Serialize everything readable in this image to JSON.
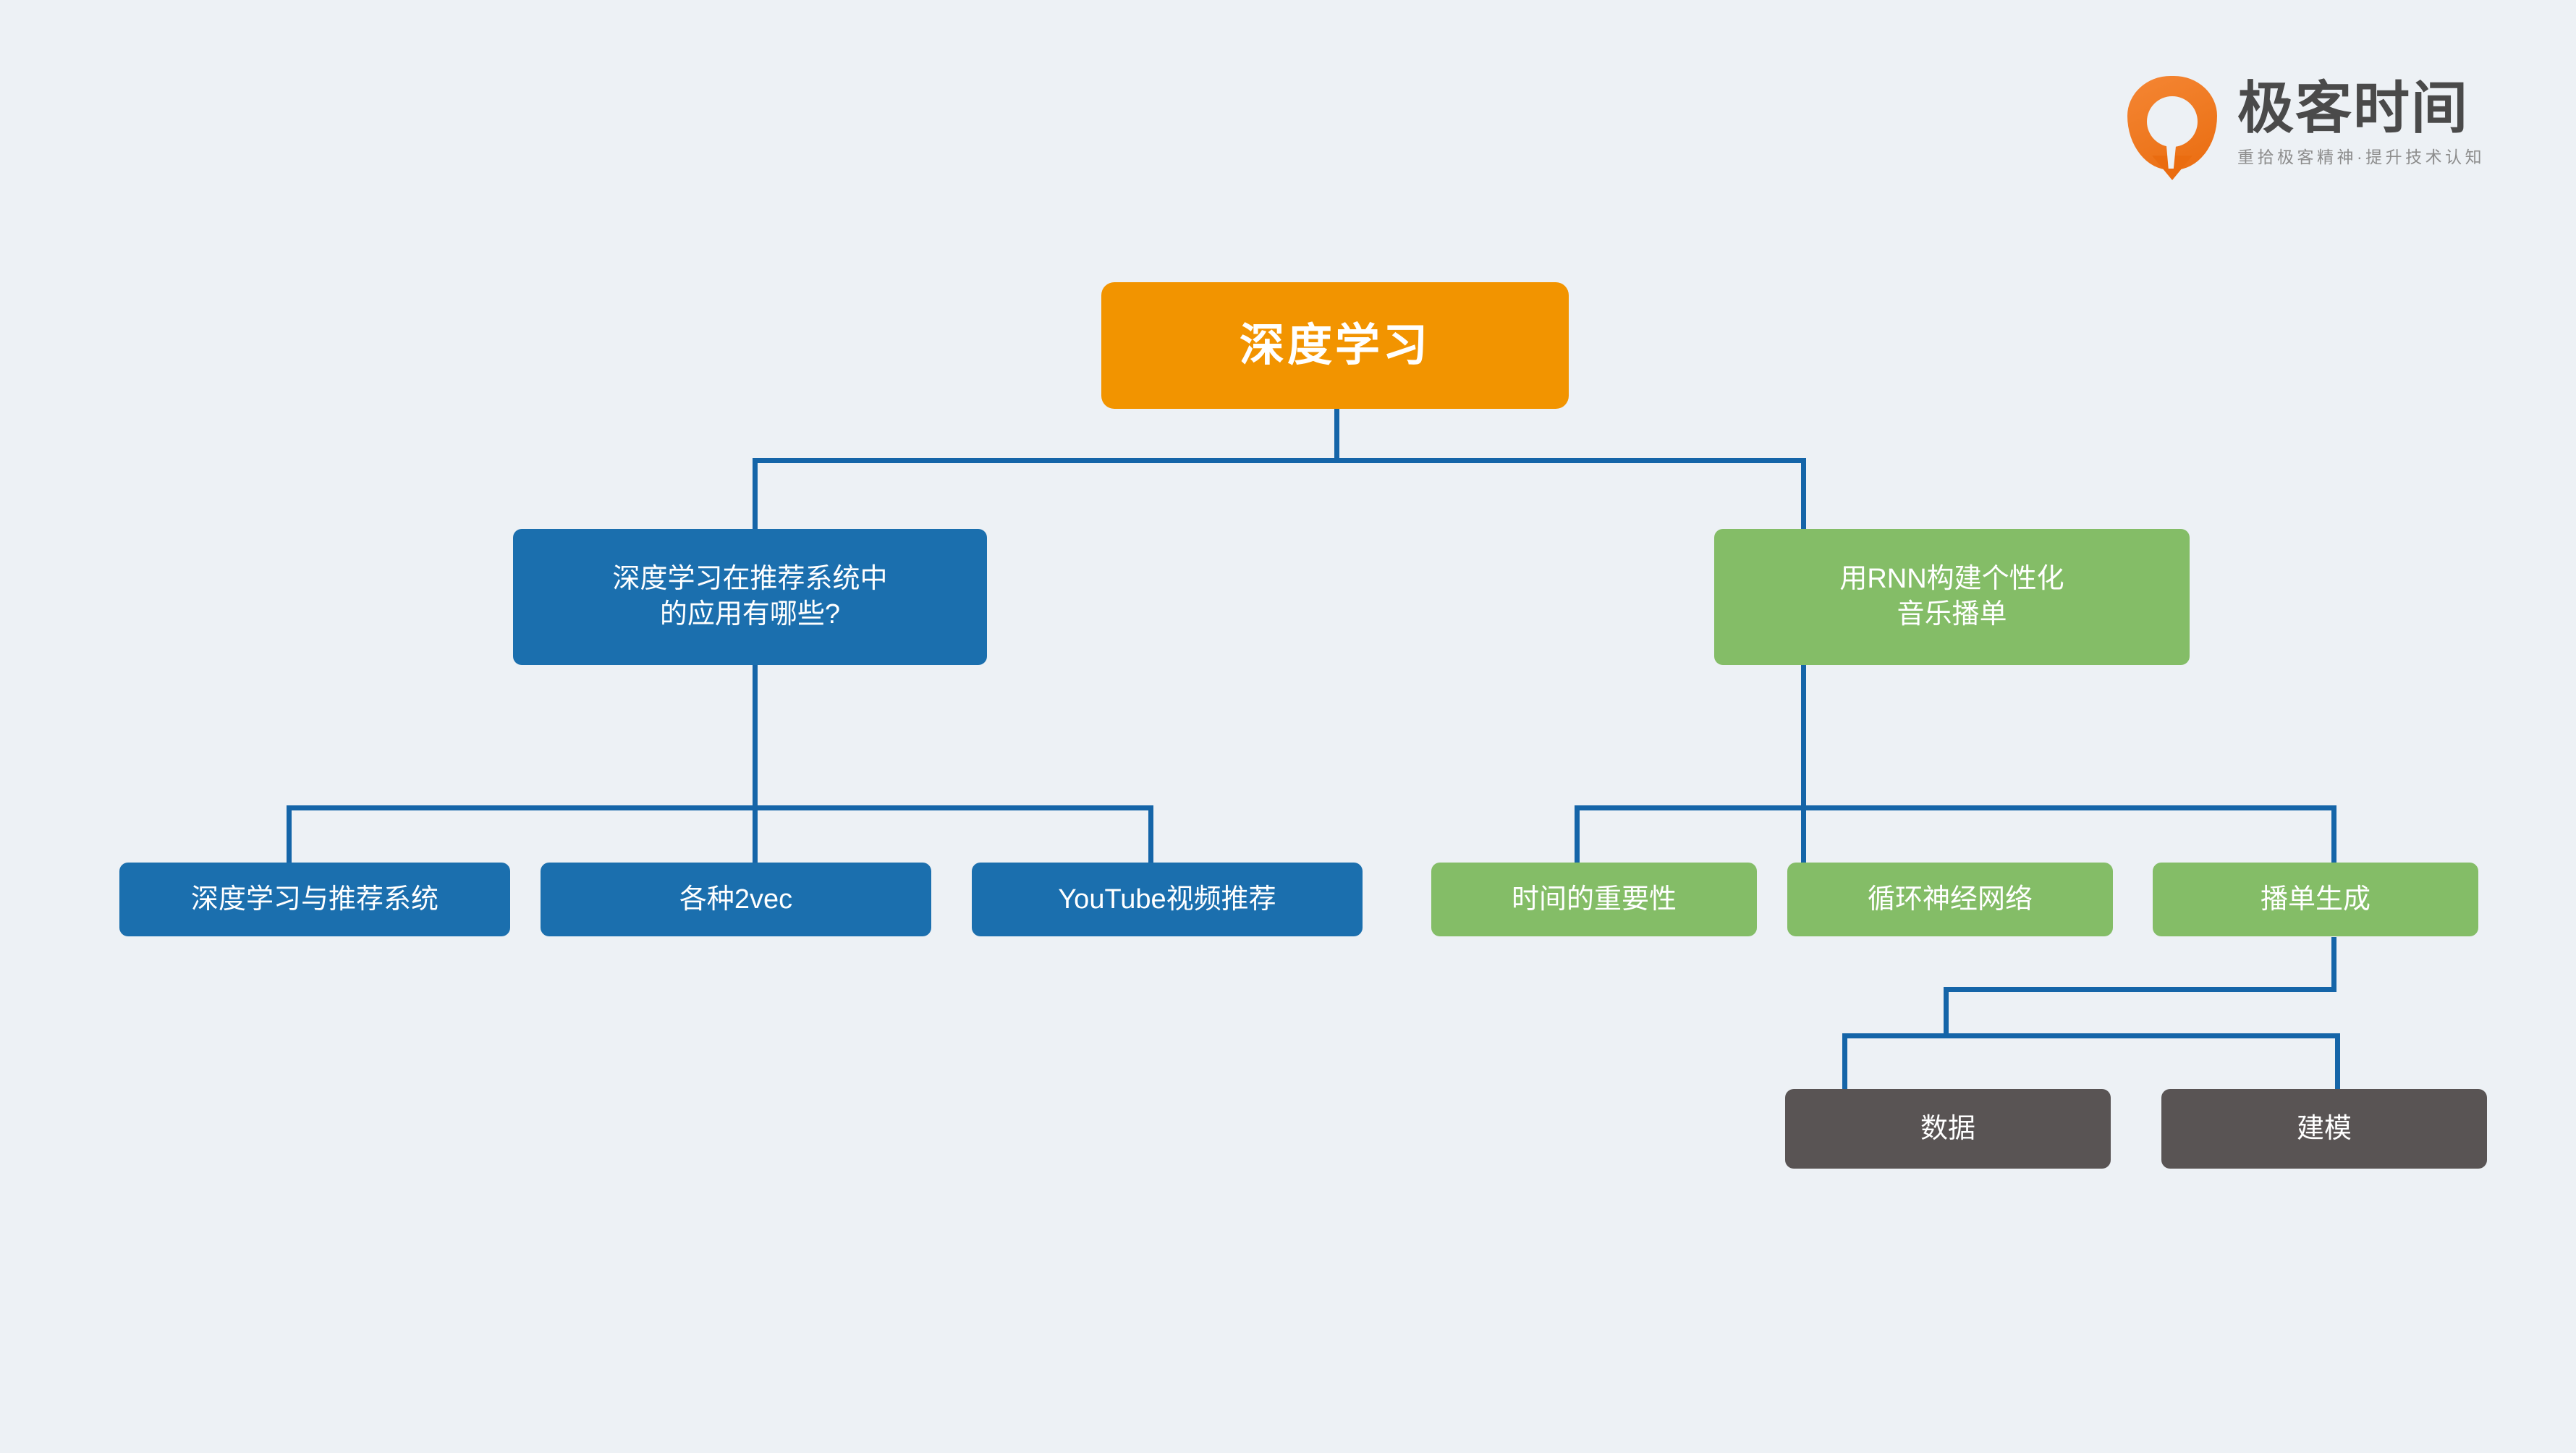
{
  "page": {
    "background_color": "#edf1f5",
    "title": "深度学习"
  },
  "brand": {
    "name": "极客时间",
    "tagline": "重拾极客精神·提升技术认知",
    "logo_icon": "geektime-drop-logo-icon",
    "accent_color": "#ef7a22"
  },
  "colors": {
    "root": "#f29400",
    "blue": "#1b6fae",
    "green": "#84bd67",
    "dark": "#595454",
    "connector": "#1565a8",
    "text": "#ffffff"
  },
  "mindmap": {
    "root": {
      "label": "深度学习",
      "color": "root"
    },
    "branch_left": {
      "label": "深度学习在推荐系统中\n的应用有哪些?",
      "color": "blue",
      "children": [
        {
          "label": "深度学习与推荐系统",
          "color": "blue"
        },
        {
          "label": "各种2vec",
          "color": "blue"
        },
        {
          "label": "YouTube视频推荐",
          "color": "blue"
        }
      ]
    },
    "branch_right": {
      "label": "用RNN构建个性化\n音乐播单",
      "color": "green",
      "children": [
        {
          "label": "时间的重要性",
          "color": "green"
        },
        {
          "label": "循环神经网络",
          "color": "green"
        },
        {
          "label": "播单生成",
          "color": "green",
          "children": [
            {
              "label": "数据",
              "color": "dark"
            },
            {
              "label": "建模",
              "color": "dark"
            }
          ]
        }
      ]
    }
  }
}
